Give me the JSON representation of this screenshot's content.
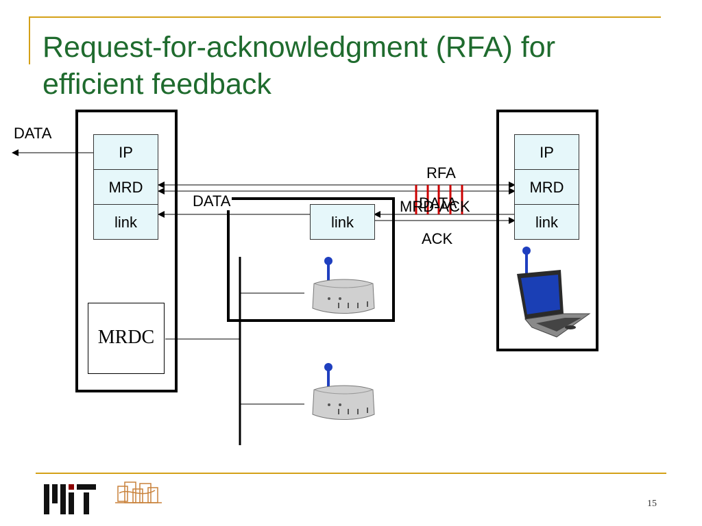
{
  "slide": {
    "title_line1": "Request-for-acknowledgment (RFA) for",
    "title_line2": "efficient feedback",
    "page_number": "15"
  },
  "left_node": {
    "layers": [
      "IP",
      "MRD",
      "link"
    ],
    "controller": "MRDC",
    "outgoing_label": "DATA"
  },
  "middle_node": {
    "layers": [
      "link"
    ],
    "data_label": "DATA"
  },
  "right_node": {
    "layers": [
      "IP",
      "MRD",
      "link"
    ]
  },
  "messages": {
    "rfa": "RFA",
    "data": "DATA",
    "mrd_ack": "MRD-ACK",
    "ack": "ACK"
  },
  "icons": [
    "wifi-router-icon",
    "laptop-icon",
    "mit-logo",
    "csail-logo"
  ],
  "colors": {
    "title": "#1f6b2e",
    "accent_rule": "#d4a017",
    "layer_fill": "#e6f7fa",
    "antenna": "#1f3fbf",
    "rfa_marks": "#cc0000"
  }
}
